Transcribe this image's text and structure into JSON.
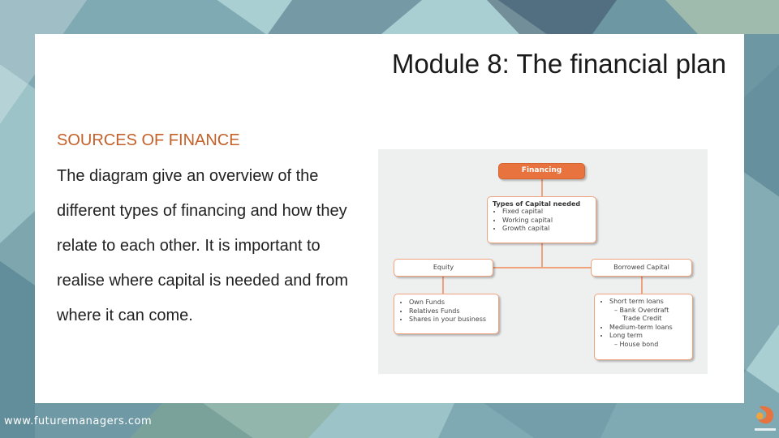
{
  "slide": {
    "title": "Module 8: The financial plan",
    "subtitle": "SOURCES OF FINANCE",
    "body": "The diagram give an overview of the different types of financing and how they relate to each other. It is important to realise where capital is needed and from where it can come."
  },
  "diagram": {
    "financing": "Financing",
    "types_heading": "Types of Capital needed",
    "types_items": [
      "Fixed capital",
      "Working capital",
      "Growth capital"
    ],
    "equity": "Equity",
    "borrowed": "Borrowed Capital",
    "equity_items": [
      "Own Funds",
      "Relatives Funds",
      "Shares in your business"
    ],
    "borrowed_items": {
      "short_term": "Short term loans",
      "short_sub1": "– Bank Overdraft",
      "short_sub2": "Trade Credit",
      "medium_term": "Medium-term loans",
      "long_term": "Long term",
      "long_sub": "– House bond"
    },
    "colors": {
      "accent": "#e8733e",
      "border": "#f0a27c",
      "subtitle": "#c4612a"
    }
  },
  "footer": {
    "url": "www.futuremanagers.com",
    "logo_icon": "future-managers-logo-icon"
  }
}
